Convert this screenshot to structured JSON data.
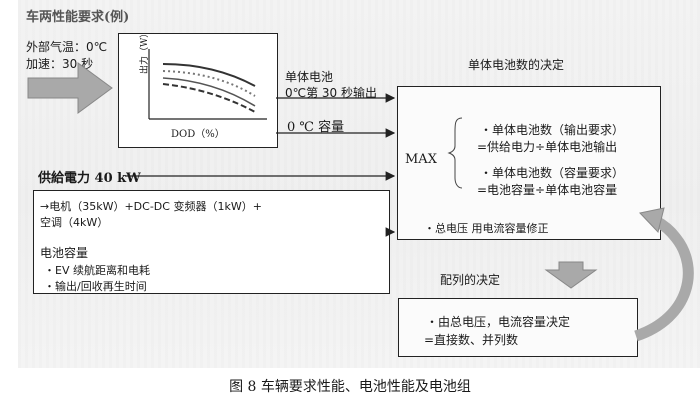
{
  "title": "车两性能要求(例)",
  "conditions": {
    "outside_temp": "外部气温：0℃",
    "acceleration": "加速：30 秒"
  },
  "chart": {
    "ylabel": "出力（W）",
    "xlabel": "DOD（%）"
  },
  "cell_output": {
    "line1": "单体电池",
    "line2": "0℃第 30 秒输出"
  },
  "cell_capacity": "0 ℃ 容量",
  "supply_power": "供給電力 40 kW",
  "cell_count_heading": "单体电池数的决定",
  "max_label": "MAX",
  "rule_output": {
    "line1": "・单体电池数（输出要求）",
    "line2": "=供给电力÷单体电池输出"
  },
  "rule_capacity": {
    "line1": "・单体电池数（容量要求）",
    "line2": "=电池容量÷单体电池容量"
  },
  "correction": "・总电压  用电流容量修正",
  "loads": {
    "line1": "→电机（35kW）+DC-DC 变频器（1kW）+",
    "line2": "空调（4kW）"
  },
  "battery_capacity": {
    "heading": "电池容量",
    "item1": "・EV 续航距离和电耗",
    "item2": "・输出/回收再生时间"
  },
  "arrangement_heading": "配列的决定",
  "arrangement": {
    "line1": "・由总电压，电流容量决定",
    "line2": "=直接数、并列数"
  },
  "caption": "图 8  车辆要求性能、电池性能及电池组",
  "colors": {
    "arrow_fill": "#a9a9a9",
    "line": "#222222"
  }
}
